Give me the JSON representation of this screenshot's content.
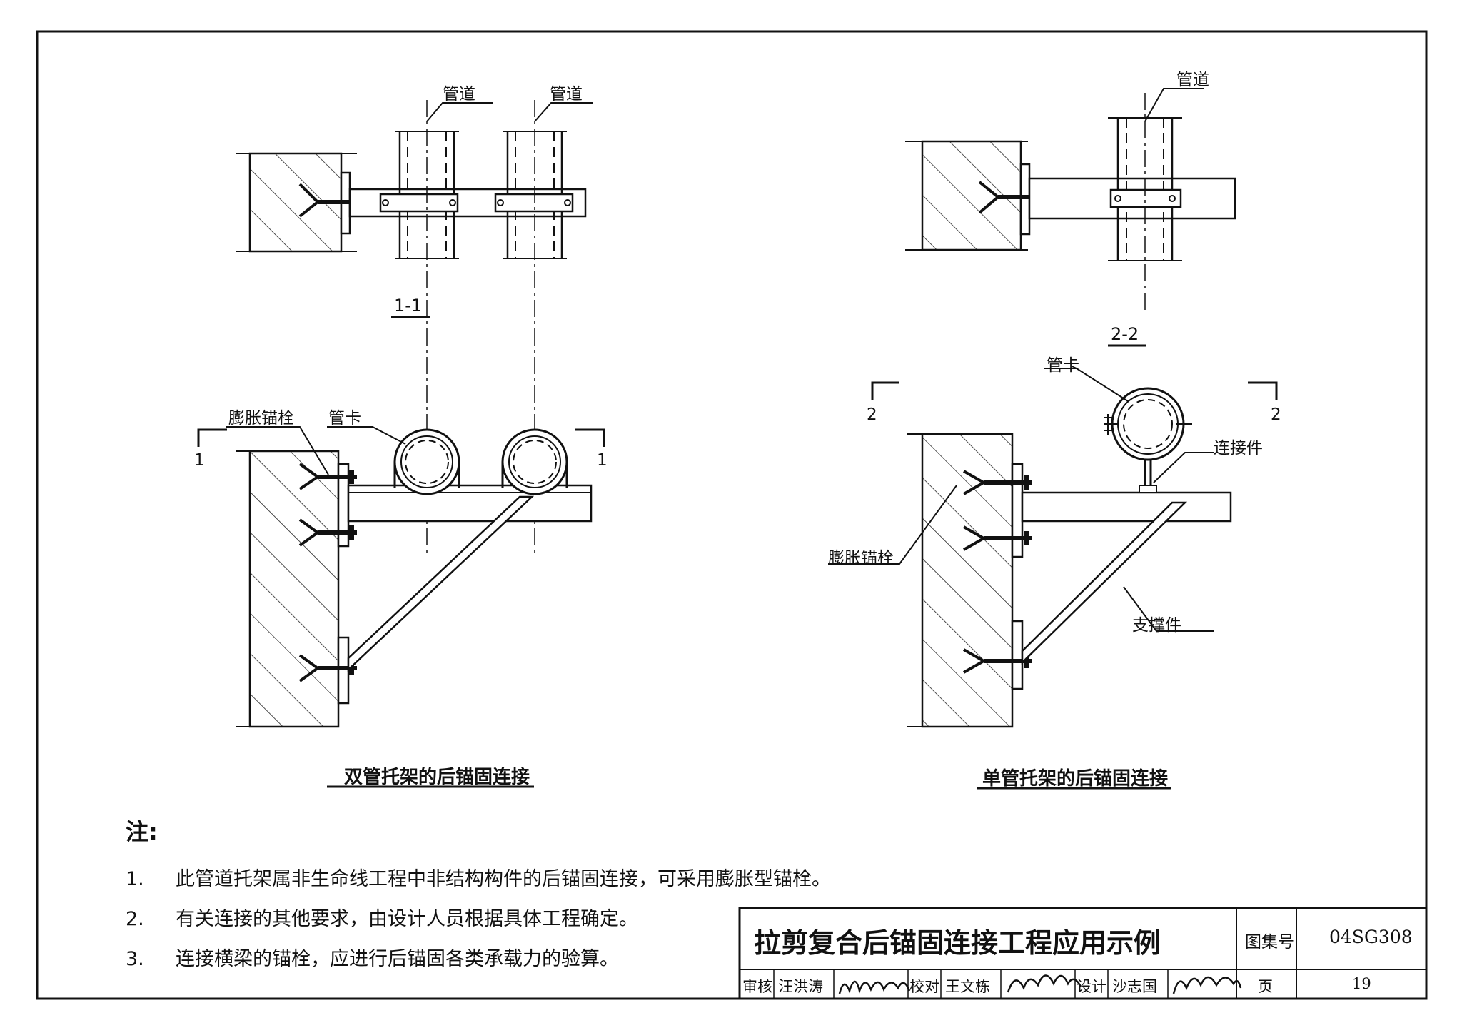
{
  "left_figure": {
    "label_pipe_1": "管道",
    "label_pipe_2": "管道",
    "section_label": "1-1",
    "label_anchor": "膨胀锚栓",
    "label_clamp": "管卡",
    "cut_mark_left": "1",
    "cut_mark_right": "1",
    "caption": "双管托架的后锚固连接"
  },
  "right_figure": {
    "label_pipe": "管道",
    "section_label": "2-2",
    "label_clamp": "管卡",
    "label_connector": "连接件",
    "label_anchor": "膨胀锚栓",
    "label_brace": "支撑件",
    "cut_mark_left": "2",
    "cut_mark_right": "2",
    "caption": "单管托架的后锚固连接"
  },
  "notes": {
    "heading": "注:",
    "items": [
      {
        "num": "1.",
        "text": "此管道托架属非生命线工程中非结构构件的后锚固连接，可采用膨胀型锚栓。"
      },
      {
        "num": "2.",
        "text": "有关连接的其他要求，由设计人员根据具体工程确定。"
      },
      {
        "num": "3.",
        "text": "连接横梁的锚栓，应进行后锚固各类承载力的验算。"
      }
    ]
  },
  "title_block": {
    "title": "拉剪复合后锚固连接工程应用示例",
    "atlas_label": "图集号",
    "atlas_no": "04SG308",
    "review_label": "审核",
    "reviewer": "汪洪涛",
    "check_label": "校对",
    "checker": "王文栋",
    "design_label": "设计",
    "designer": "沙志国",
    "page_label": "页",
    "page_no": "19"
  }
}
